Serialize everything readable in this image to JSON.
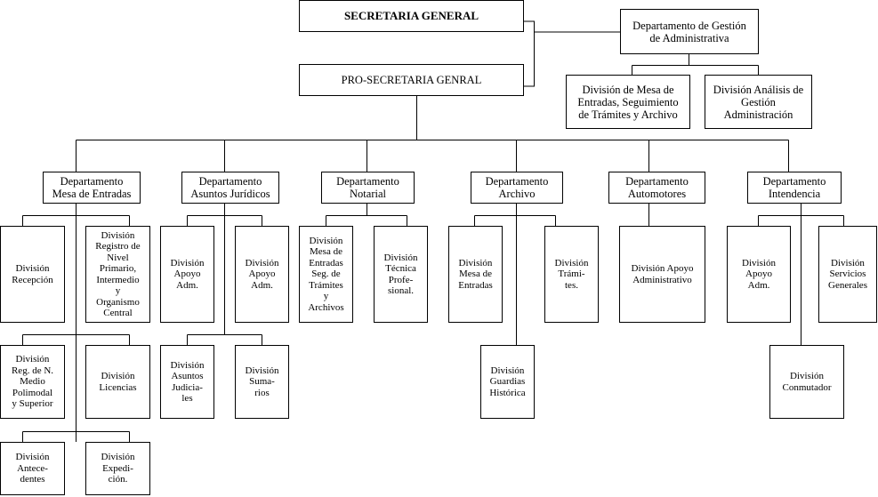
{
  "chart": {
    "secretaria": "SECRETARIA GENERAL",
    "pro_secretaria": "PRO-SECRETARIA GENRAL",
    "gestion": {
      "title": "Departamento de Gestión\nde Administrativa",
      "div_mesa": "División de Mesa de\nEntradas, Seguimiento\nde Trámites y Archivo",
      "div_analisis": "División Análisis de\nGestión\nAdministración"
    },
    "mesa_entradas": {
      "title": "Departamento\nMesa de Entradas",
      "recepcion": "División\nRecepción",
      "registro": "División\nRegistro de\nNivel\nPrimario,\nIntermedio\ny\nOrganismo\nCentral",
      "reg_medio": "División\nReg. de N.\nMedio\nPolimodal\ny Superior",
      "licencias": "División\nLicencias",
      "antecedentes": "División\nAntece-\ndentes",
      "expedicion": "División\nExpedi-\nción."
    },
    "juridicos": {
      "title": "Departamento\nAsuntos Jurídicos",
      "apoyo1": "División\nApoyo\nAdm.",
      "apoyo2": "División\nApoyo\nAdm.",
      "judiciales": "División\nAsuntos\nJudicia-\nles",
      "sumarios": "División\nSuma-\nrios"
    },
    "notarial": {
      "title": "Departamento\nNotarial",
      "mesa": "División\nMesa de\nEntradas\nSeg. de\nTrámites\ny\nArchivos",
      "tecnica": "División\nTécnica\nProfe-\nsional."
    },
    "archivo": {
      "title": "Departamento\nArchivo",
      "mesa": "División\nMesa de\nEntradas",
      "tramites": "División\nTrámi-\ntes.",
      "guardias": "División\nGuardias\nHistórica"
    },
    "automotores": {
      "title": "Departamento\nAutomotores",
      "apoyo": "División   Apoyo\nAdministrativo"
    },
    "intendencia": {
      "title": "Departamento\nIntendencia",
      "apoyo": "División\nApoyo\nAdm.",
      "servicios": "División\nServicios\nGenerales",
      "conmutador": "División\nConmutador"
    }
  }
}
